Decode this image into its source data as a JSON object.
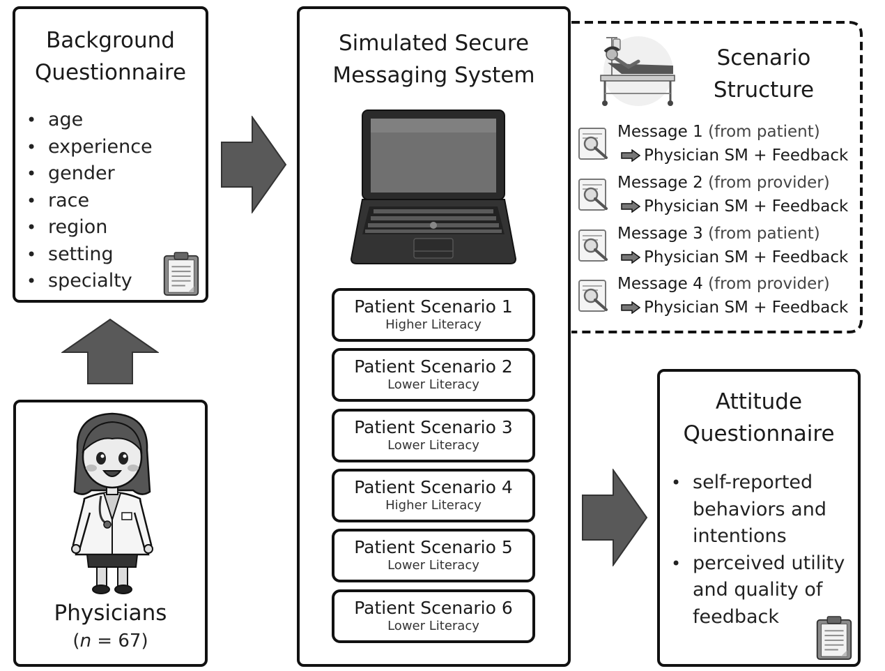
{
  "background": {
    "title_line1": "Background",
    "title_line2": "Questionnaire",
    "items": [
      "age",
      "experience",
      "gender",
      "race",
      "region",
      "setting",
      "specialty"
    ]
  },
  "physicians": {
    "label": "Physicians",
    "n_prefix": "(",
    "n_var": "n",
    "n_suffix": " = 67)"
  },
  "system": {
    "title_line1": "Simulated Secure",
    "title_line2": "Messaging System",
    "scenarios": [
      {
        "title": "Patient Scenario 1",
        "literacy": "Higher Literacy"
      },
      {
        "title": "Patient Scenario 2",
        "literacy": "Lower Literacy"
      },
      {
        "title": "Patient Scenario 3",
        "literacy": "Lower Literacy"
      },
      {
        "title": "Patient Scenario 4",
        "literacy": "Higher Literacy"
      },
      {
        "title": "Patient Scenario 5",
        "literacy": "Lower Literacy"
      },
      {
        "title": "Patient Scenario 6",
        "literacy": "Lower Literacy"
      }
    ]
  },
  "structure": {
    "title_line1": "Scenario",
    "title_line2": "Structure",
    "messages": [
      {
        "name": "Message 1",
        "source": "(from patient)",
        "result": "Physician SM + Feedback"
      },
      {
        "name": "Message 2",
        "source": "(from provider)",
        "result": "Physician SM + Feedback"
      },
      {
        "name": "Message 3",
        "source": "(from patient)",
        "result": "Physician SM + Feedback"
      },
      {
        "name": "Message 4",
        "source": "(from provider)",
        "result": "Physician SM + Feedback"
      }
    ]
  },
  "attitude": {
    "title_line1": "Attitude",
    "title_line2": "Questionnaire",
    "items": [
      [
        "self-reported",
        "behaviors and",
        "intentions"
      ],
      [
        "perceived utility",
        "and quality of",
        "feedback"
      ]
    ]
  },
  "icons": {
    "clipboard": "clipboard-icon",
    "laptop": "laptop-icon",
    "hospital_bed": "hospital-bed-icon",
    "message": "message-search-icon",
    "doctor": "doctor-illustration",
    "arrow": "block-arrow"
  },
  "colors": {
    "arrow_fill": "#595959",
    "border": "#111111"
  }
}
